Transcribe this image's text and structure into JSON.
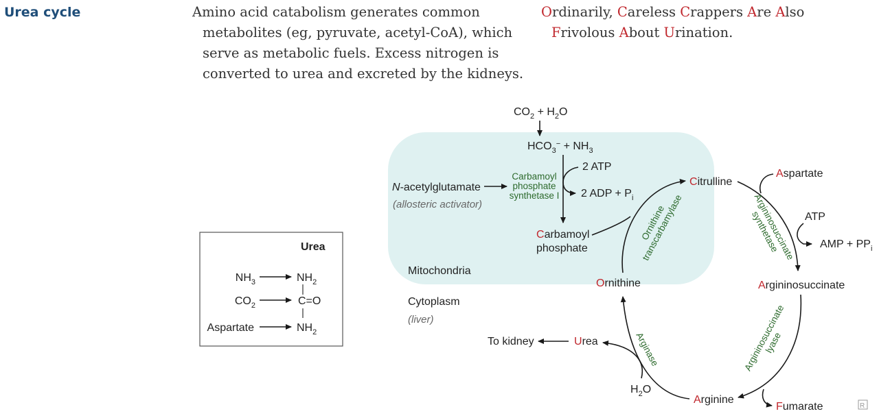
{
  "title": "Urea cycle",
  "description_lines": [
    "Amino acid catabolism generates common",
    "metabolites (eg, pyruvate, acetyl-CoA), which",
    "serve as metabolic fuels. Excess nitrogen is",
    "converted to urea and excreted by the kidneys."
  ],
  "mnemonic_lines": [
    [
      {
        "cap": "O",
        "rest": "rdinarily, "
      },
      {
        "cap": "C",
        "rest": "areless "
      },
      {
        "cap": "C",
        "rest": "rappers "
      },
      {
        "cap": "A",
        "rest": "re "
      },
      {
        "cap": "A",
        "rest": "lso"
      }
    ],
    [
      {
        "cap": "F",
        "rest": "rivolous "
      },
      {
        "cap": "A",
        "rest": "bout "
      },
      {
        "cap": "U",
        "rest": "rination."
      }
    ]
  ],
  "urea_box": {
    "title": "Urea",
    "rows": [
      "NH3",
      "CO2",
      "Aspartate"
    ],
    "product": [
      "NH2",
      "C=O",
      "NH2"
    ]
  },
  "compartments": {
    "mitochondria": "Mitochondria",
    "cytoplasm": "Cytoplasm",
    "cytoplasm_note": "(liver)"
  },
  "nodes": {
    "co2_h2o": "CO2 + H2O",
    "hco3_nh3": "HCO3− + NH3",
    "atp_in": "2 ATP",
    "adp_out": "2 ADP + Pi",
    "activator": "N-acetylglutamate",
    "activator_note": "(allosteric activator)",
    "carbamoyl_phosphate": [
      "Carbamoyl",
      "phosphate"
    ],
    "citrulline": "Citrulline",
    "aspartate": "Aspartate",
    "atp": "ATP",
    "amp_ppi": "AMP + PPi",
    "argininosuccinate": "Argininosuccinate",
    "fumarate": "Fumarate",
    "arginine": "Arginine",
    "water": "H2O",
    "urea": "Urea",
    "to_kidney": "To kidney",
    "ornithine": "Ornithine"
  },
  "enzymes": {
    "cps1": [
      "Carbamoyl",
      "phosphate",
      "synthetase I"
    ],
    "otc": [
      "Ornithine",
      "transcarbamylase"
    ],
    "ass": [
      "Argininosuccinate",
      "synthetase"
    ],
    "asl": [
      "Argininosuccinate",
      "lyase"
    ],
    "arginase": "Arginase"
  },
  "colors": {
    "heading": "#1f4e79",
    "mnemonic_letter": "#c0272d",
    "enzyme": "#2d6a2d",
    "mitochondria_fill": "#dff1f1"
  }
}
